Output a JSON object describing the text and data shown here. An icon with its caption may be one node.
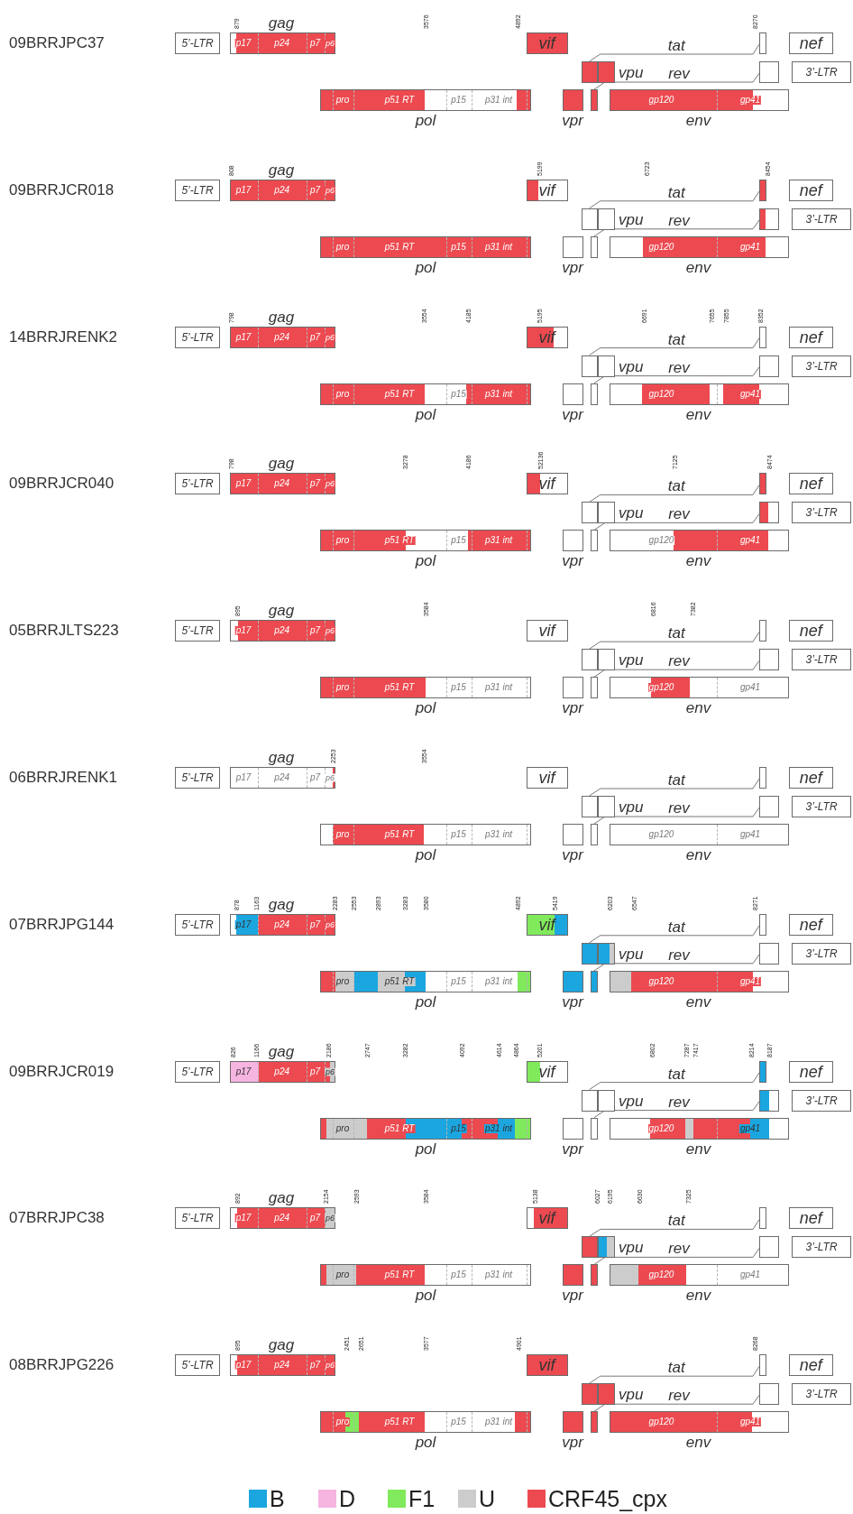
{
  "diagram": {
    "nodes": [
      {
        "text": [
          "5’-LTR"
        ]
      },
      {
        "text": [
          "gag",
          "p17",
          "p24",
          "p7",
          "p6"
        ]
      },
      {
        "text": [
          "pol",
          "pro",
          "p51 RT",
          "p15",
          "p31 int"
        ]
      },
      {
        "text": [
          "vif"
        ]
      },
      {
        "text": [
          "vpr"
        ]
      },
      {
        "text": [],
        "shape": "box"
      },
      {
        "text": [
          "vpu"
        ]
      },
      {
        "text": [],
        "shape": "box"
      },
      {
        "text": [
          "env",
          "gp120",
          "gp41"
        ]
      },
      {
        "text": [],
        "shape": "box"
      },
      {
        "text": [],
        "shape": "box"
      },
      {
        "text": [
          "nef"
        ]
      },
      {
        "text": [
          "3’-LTR"
        ]
      },
      {
        "text": [
          "5’-LTR"
        ]
      },
      {
        "text": [
          "gag",
          "p17",
          "p24",
          "p7",
          "p6"
        ]
      },
      {
        "text": [
          "pol",
          "pro",
          "p51 RT",
          "p15",
          "p31 int"
        ]
      },
      {
        "text": [
          "vif"
        ]
      },
      {
        "text": [
          "vpr"
        ]
      },
      {
        "text": [],
        "shape": "box"
      },
      {
        "text": [
          "vpu"
        ]
      },
      {
        "text": [],
        "shape": "box"
      },
      {
        "text": [
          "env",
          "gp120",
          "gp41"
        ]
      },
      {
        "text": [],
        "shape": "box"
      },
      {
        "text": [],
        "shape": "box"
      },
      {
        "text": [
          "nef"
        ]
      },
      {
        "text": [
          "3’-LTR"
        ]
      },
      {
        "text": [
          "5’-LTR"
        ]
      },
      {
        "text": [
          "gag",
          "p17",
          "p24",
          "p7",
          "p6"
        ]
      },
      {
        "text": [
          "pol",
          "pro",
          "p51 RT",
          "p15",
          "p31 int"
        ]
      },
      {
        "text": [
          "vif"
        ]
      },
      {
        "text": [
          "vpr"
        ]
      },
      {
        "text": [],
        "shape": "box"
      },
      {
        "text": [
          "vpu"
        ]
      },
      {
        "text": [],
        "shape": "box"
      },
      {
        "text": [
          "env",
          "gp120",
          "gp41"
        ]
      },
      {
        "text": [],
        "shape": "box"
      },
      {
        "text": [],
        "shape": "box"
      },
      {
        "text": [
          "nef"
        ]
      },
      {
        "text": [
          "3’-LTR"
        ]
      },
      {
        "text": [
          "5’-LTR"
        ]
      },
      {
        "text": [
          "gag",
          "p17",
          "p24",
          "p7",
          "p6"
        ]
      },
      {
        "text": [
          "pol",
          "pro",
          "p51 RT",
          "p15",
          "p31 int"
        ]
      },
      {
        "text": [
          "vif"
        ]
      },
      {
        "text": [
          "vpr"
        ]
      },
      {
        "text": [],
        "shape": "box"
      },
      {
        "text": [
          "vpu"
        ]
      },
      {
        "text": [],
        "shape": "box"
      },
      {
        "text": [
          "env",
          "gp120",
          "gp41"
        ]
      },
      {
        "text": [],
        "shape": "box"
      },
      {
        "text": [],
        "shape": "box"
      },
      {
        "text": [
          "nef"
        ]
      },
      {
        "text": [
          "3’-LTR"
        ]
      },
      {
        "text": [
          "5’-LTR"
        ]
      },
      {
        "text": [
          "gag",
          "p17",
          "p24",
          "p7",
          "p6"
        ]
      },
      {
        "text": [
          "pol",
          "pro",
          "p51 RT",
          "p15",
          "p31 int"
        ]
      },
      {
        "text": [
          "vif"
        ]
      },
      {
        "text": [
          "vpr"
        ]
      },
      {
        "text": [],
        "shape": "box"
      },
      {
        "text": [
          "vpu"
        ]
      },
      {
        "text": [],
        "shape": "box"
      },
      {
        "text": [
          "env",
          "gp120",
          "gp41"
        ]
      },
      {
        "text": [],
        "shape": "box"
      },
      {
        "text": [],
        "shape": "box"
      },
      {
        "text": [
          "nef"
        ]
      },
      {
        "text": [
          "3’-LTR"
        ]
      },
      {
        "text": [
          "5’-LTR"
        ]
      },
      {
        "text": [
          "gag",
          "p17",
          "p24",
          "p7",
          "p6"
        ]
      },
      {
        "text": [
          "pol",
          "pro",
          "p51 RT",
          "p15",
          "p31 int"
        ]
      },
      {
        "text": [
          "vif"
        ]
      },
      {
        "text": [
          "vpr"
        ]
      },
      {
        "text": [],
        "shape": "box"
      },
      {
        "text": [
          "vpu"
        ]
      },
      {
        "text": [],
        "shape": "box"
      },
      {
        "text": [
          "env",
          "gp120",
          "gp41"
        ]
      },
      {
        "text": [],
        "shape": "box"
      },
      {
        "text": [],
        "shape": "box"
      },
      {
        "text": [
          "nef"
        ]
      },
      {
        "text": [
          "3’-LTR"
        ]
      },
      {
        "text": [
          "5’-LTR"
        ]
      },
      {
        "text": [
          "gag",
          "p17",
          "p24",
          "p7",
          "p6"
        ]
      },
      {
        "text": [
          "pol",
          "pro",
          "p51 RT",
          "p15",
          "p31 int"
        ]
      },
      {
        "text": [
          "vif"
        ]
      },
      {
        "text": [
          "vpr"
        ]
      },
      {
        "text": [],
        "shape": "box"
      },
      {
        "text": [
          "vpu"
        ]
      },
      {
        "text": [],
        "shape": "box"
      },
      {
        "text": [
          "env",
          "gp120",
          "gp41"
        ]
      },
      {
        "text": [],
        "shape": "box"
      },
      {
        "text": [],
        "shape": "box"
      },
      {
        "text": [
          "nef"
        ]
      },
      {
        "text": [
          "3’-LTR"
        ]
      },
      {
        "text": [
          "5’-LTR"
        ]
      },
      {
        "text": [
          "gag",
          "p17",
          "p24",
          "p7",
          "p6"
        ]
      },
      {
        "text": [
          "pol",
          "pro",
          "p51 RT",
          "p15",
          "p31 int"
        ]
      },
      {
        "text": [
          "vif"
        ]
      },
      {
        "text": [
          "vpr"
        ]
      },
      {
        "text": [],
        "shape": "box"
      },
      {
        "text": [
          "vpu"
        ]
      },
      {
        "text": [],
        "shape": "box"
      },
      {
        "text": [
          "env",
          "gp120",
          "gp41"
        ]
      },
      {
        "text": [],
        "shape": "box"
      },
      {
        "text": [],
        "shape": "box"
      },
      {
        "text": [
          "nef"
        ]
      },
      {
        "text": [
          "3’-LTR"
        ]
      },
      {
        "text": [
          "5’-LTR"
        ]
      },
      {
        "text": [
          "gag",
          "p17",
          "p24",
          "p7",
          "p6"
        ]
      },
      {
        "text": [
          "pol",
          "pro",
          "p51 RT",
          "p15",
          "p31 int"
        ]
      },
      {
        "text": [
          "vif"
        ]
      },
      {
        "text": [
          "vpr"
        ]
      },
      {
        "text": [],
        "shape": "box"
      },
      {
        "text": [
          "vpu"
        ]
      },
      {
        "text": [],
        "shape": "box"
      },
      {
        "text": [
          "env",
          "gp120",
          "gp41"
        ]
      },
      {
        "text": [],
        "shape": "box"
      },
      {
        "text": [],
        "shape": "box"
      },
      {
        "text": [
          "nef"
        ]
      },
      {
        "text": [
          "3’-LTR"
        ]
      },
      {
        "text": [
          "5’-LTR"
        ]
      },
      {
        "text": [
          "gag",
          "p17",
          "p24",
          "p7",
          "p6"
        ]
      },
      {
        "text": [
          "pol",
          "pro",
          "p51 RT",
          "p15",
          "p31 int"
        ]
      },
      {
        "text": [
          "vif"
        ]
      },
      {
        "text": [
          "vpr"
        ]
      },
      {
        "text": [],
        "shape": "box"
      },
      {
        "text": [
          "vpu"
        ]
      },
      {
        "text": [],
        "shape": "box"
      },
      {
        "text": [
          "env",
          "gp120",
          "gp41"
        ]
      },
      {
        "text": [],
        "shape": "box"
      },
      {
        "text": [],
        "shape": "box"
      },
      {
        "text": [
          "nef"
        ]
      },
      {
        "text": [
          "3’-LTR"
        ]
      }
    ],
    "edges": [
      {
        "from": 5,
        "to": 9,
        "label": "tat",
        "arrow": "none"
      },
      {
        "from": 7,
        "to": 10,
        "label": "rev",
        "arrow": "none"
      },
      {
        "from": 18,
        "to": 22,
        "label": "tat",
        "arrow": "none"
      },
      {
        "from": 20,
        "to": 23,
        "label": "rev",
        "arrow": "none"
      },
      {
        "from": 31,
        "to": 35,
        "label": "tat",
        "arrow": "none"
      },
      {
        "from": 33,
        "to": 36,
        "label": "rev",
        "arrow": "none"
      },
      {
        "from": 44,
        "to": 48,
        "label": "tat",
        "arrow": "none"
      },
      {
        "from": 46,
        "to": 49,
        "label": "rev",
        "arrow": "none"
      },
      {
        "from": 57,
        "to": 61,
        "label": "tat",
        "arrow": "none"
      },
      {
        "from": 59,
        "to": 62,
        "label": "rev",
        "arrow": "none"
      },
      {
        "from": 70,
        "to": 74,
        "label": "tat",
        "arrow": "none"
      },
      {
        "from": 72,
        "to": 75,
        "label": "rev",
        "arrow": "none"
      },
      {
        "from": 83,
        "to": 87,
        "label": "tat",
        "arrow": "none"
      },
      {
        "from": 85,
        "to": 88,
        "label": "rev",
        "arrow": "none"
      },
      {
        "from": 96,
        "to": 100,
        "label": "tat",
        "arrow": "none"
      },
      {
        "from": 98,
        "to": 101,
        "label": "rev",
        "arrow": "none"
      },
      {
        "from": 109,
        "to": 113,
        "label": "tat",
        "arrow": "none"
      },
      {
        "from": 111,
        "to": 114,
        "label": "rev",
        "arrow": "none"
      },
      {
        "from": 122,
        "to": 126,
        "label": "tat",
        "arrow": "none"
      },
      {
        "from": 124,
        "to": 127,
        "label": "rev",
        "arrow": "none"
      }
    ],
    "labels": [
      "09BRRJPC37",
      "879",
      "3576",
      "4892",
      "8270",
      "09BRRJCR018",
      "808",
      "5199",
      "6723",
      "8454",
      "14BRRJRENK2",
      "798",
      "3554",
      "4185",
      "5195",
      "6691",
      "7655",
      "7855",
      "8352",
      "09BRRJCR040",
      "798",
      "3278",
      "4186",
      "52136",
      "7125",
      "8474",
      "05BRRJLTS223",
      "895",
      "3584",
      "6816",
      "7382",
      "06BRRJRENK1",
      "2253",
      "3554",
      "07BRRJPG144",
      "878",
      "1163",
      "2283",
      "2553",
      "2893",
      "3283",
      "3580",
      "4892",
      "5419",
      "6203",
      "6547",
      "8271",
      "09BRRJCR019",
      "826",
      "1166",
      "2186",
      "2747",
      "3282",
      "4092",
      "4614",
      "4864",
      "5201",
      "6802",
      "7287",
      "7417",
      "8214",
      "8187",
      "07BRRJPC38",
      "892",
      "2154",
      "2593",
      "3584",
      "5138",
      "6027",
      "6195",
      "6630",
      "7325",
      "08BRRJPG226",
      "895",
      "2451",
      "2651",
      "3577",
      "4901",
      "8268"
    ],
    "legend": [
      {
        "text": "B",
        "color": "#1ba6e0"
      },
      {
        "text": "D",
        "color": "#f6b4e1"
      },
      {
        "text": "F1",
        "color": "#80ea5c"
      },
      {
        "text": "U",
        "color": "#cccccc"
      },
      {
        "text": "CRF45_cpx",
        "color": "#ec4a50"
      }
    ]
  }
}
